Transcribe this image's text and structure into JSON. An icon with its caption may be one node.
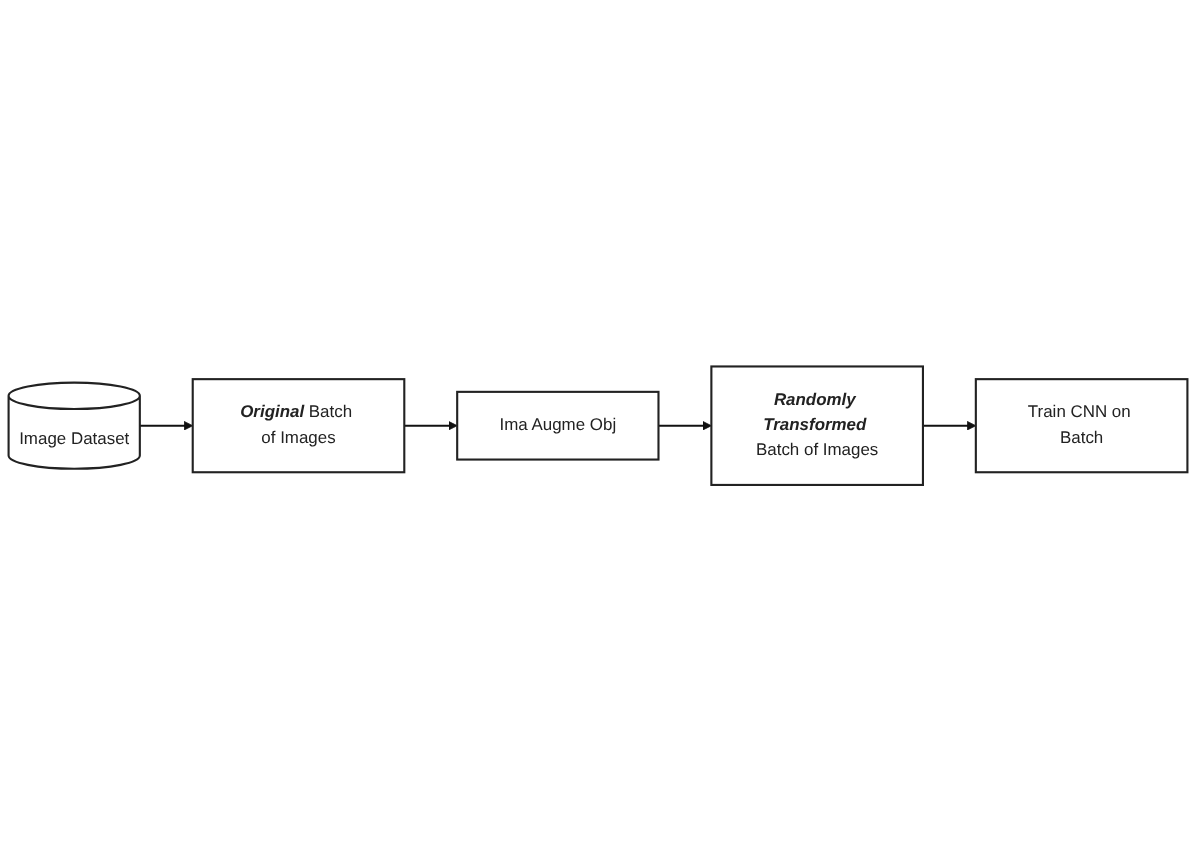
{
  "diagram": {
    "nodes": [
      {
        "text": [
          "Image Dataset"
        ]
      },
      {
        "text": [
          "**Original** Batch of Images"
        ]
      },
      {
        "text": [
          "Ima Augme Obj"
        ]
      },
      {
        "text": [
          "**Randomly Transformed** Batch of Images"
        ]
      },
      {
        "text": [
          "Train CNN on Batch"
        ]
      }
    ],
    "edges": [
      {
        "from": 0,
        "to": 1,
        "arrow": "to"
      },
      {
        "from": 1,
        "to": 2,
        "arrow": "to"
      },
      {
        "from": 2,
        "to": 3,
        "arrow": "to"
      },
      {
        "from": 3,
        "to": 4,
        "arrow": "to"
      }
    ]
  }
}
